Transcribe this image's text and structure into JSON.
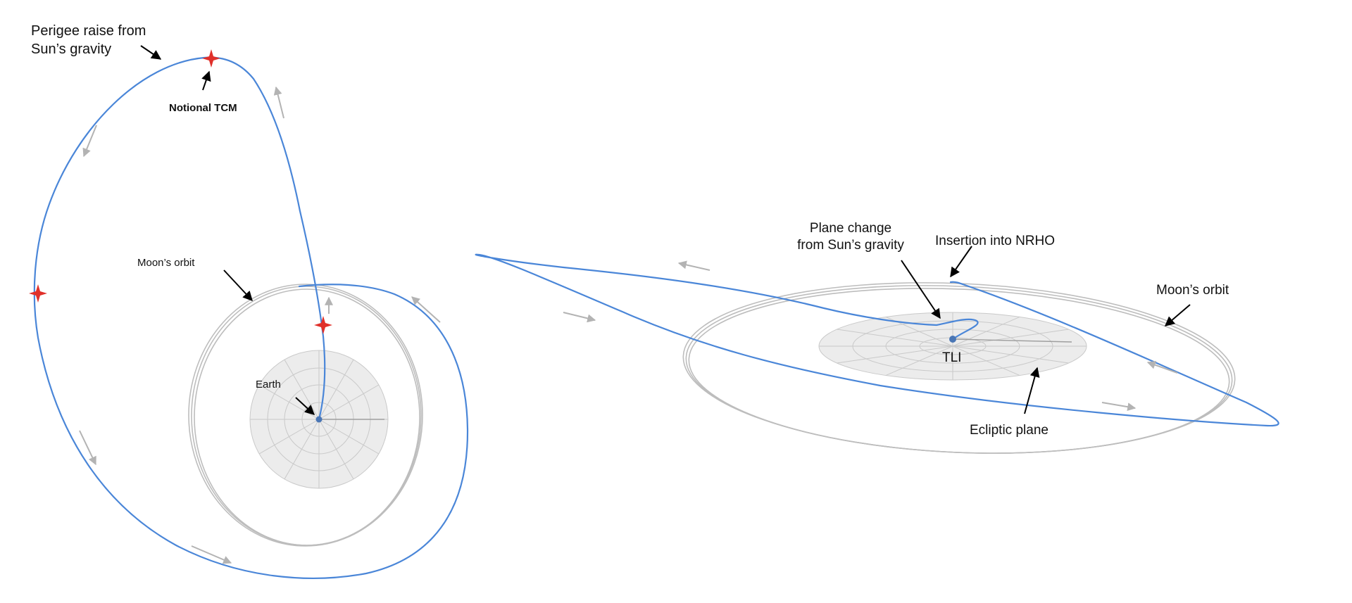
{
  "left_view": {
    "perigee_raise_label": [
      "Perigee raise from",
      "Sun’s gravity"
    ],
    "notional_tcm_label": "Notional TCM",
    "moons_orbit_label": "Moon’s orbit",
    "earth_label": "Earth"
  },
  "right_view": {
    "plane_change_label": [
      "Plane change",
      "from Sun’s gravity"
    ],
    "insertion_label": "Insertion into NRHO",
    "moons_orbit_label": "Moon’s orbit",
    "tli_label": "TLI",
    "ecliptic_label": "Ecliptic plane"
  },
  "colors": {
    "trajectory": "#4a86d8",
    "maneuver_marker": "#e0302a",
    "moon_orbit": "#bdbdbd",
    "earth_disk": "#ececec",
    "direction_arrow": "#b3b3b3"
  }
}
